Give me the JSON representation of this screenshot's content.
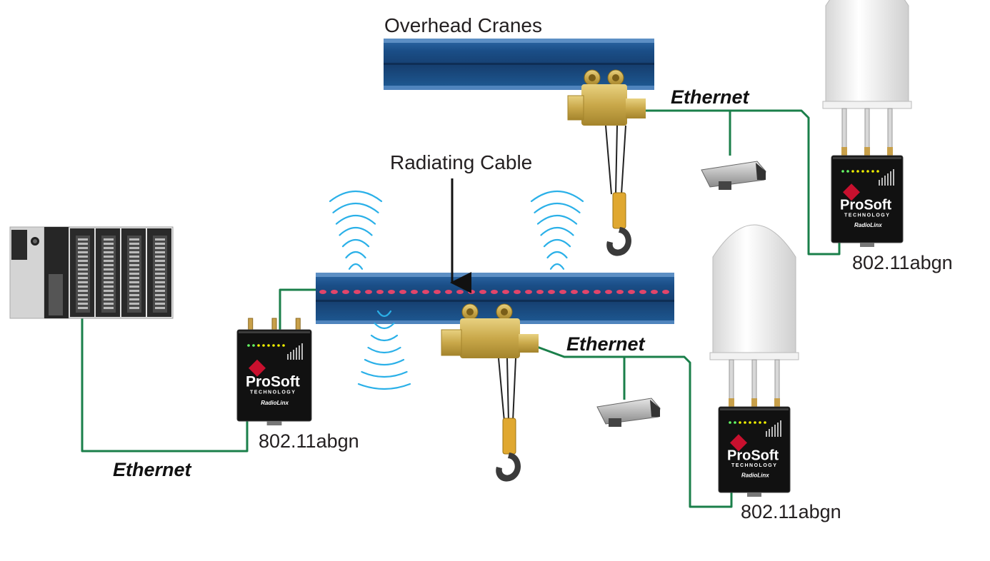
{
  "labels": {
    "overhead_cranes": "Overhead Cranes",
    "radiating_cable": "Radiating Cable",
    "ethernet_top": "Ethernet",
    "ethernet_mid": "Ethernet",
    "ethernet_bottom": "Ethernet",
    "freq_left": "802.11abgn",
    "freq_top_right": "802.11abgn",
    "freq_bottom_right": "802.11abgn"
  },
  "radio": {
    "brand": "ProSoft",
    "brand_sub": "TECHNOLOGY",
    "product": "RadioLinx"
  },
  "colors": {
    "ethernet_cable": "#1a7f4a",
    "rail": "#1c4f88",
    "leaky_cable_dots": "#e2456a",
    "radio_waves": "#2ab0e8",
    "hoist": "#c9a84a",
    "radio_body": "#111111"
  },
  "icons": [
    "plc-rack",
    "crane-rail",
    "hoist",
    "hook",
    "security-camera",
    "prosoft-radio",
    "dome-antenna",
    "radio-waves",
    "down-arrow"
  ]
}
